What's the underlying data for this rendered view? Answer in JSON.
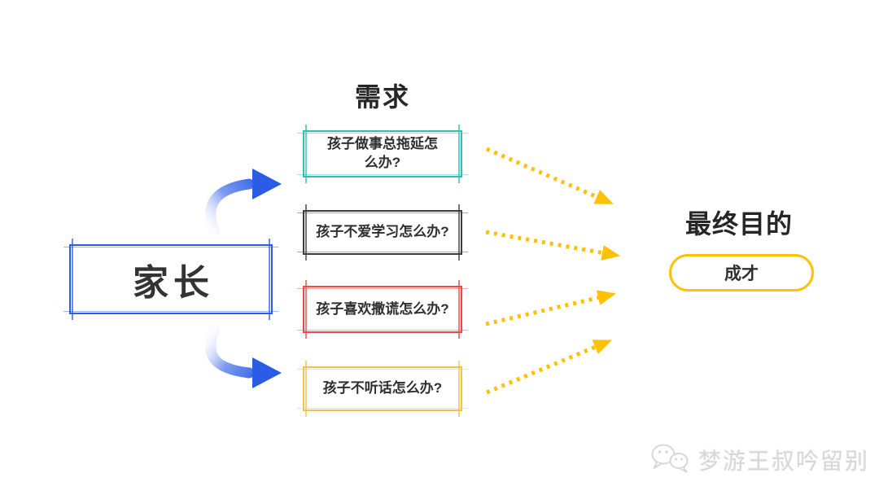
{
  "canvas": {
    "background": "#FFFFFF"
  },
  "source": {
    "label": "家长",
    "border_color": "#2B5CE6"
  },
  "needs": {
    "title": "需求",
    "items": [
      {
        "label": "孩子做事总拖延怎\n么办?",
        "border_color": "#2FBFB3"
      },
      {
        "label": "孩子不爱学习怎么办?",
        "border_color": "#3D3D3D"
      },
      {
        "label": "孩子喜欢撒谎怎么办?",
        "border_color": "#EF4848"
      },
      {
        "label": "孩子不听话怎么办?",
        "border_color": "#F0C34E"
      }
    ]
  },
  "goal": {
    "title": "最终目的",
    "label": "成才",
    "border_color": "#FFC107"
  },
  "arrows": {
    "parent_to_needs": {
      "style": "solid-curved",
      "color": "#2B5CE6",
      "count": 2
    },
    "needs_to_goal": {
      "style": "dotted",
      "color": "#FFC107",
      "count": 4
    }
  },
  "watermark": {
    "icon": "wechat-icon",
    "text": "梦游王叔吟留别",
    "color": "#D7D7D7"
  }
}
